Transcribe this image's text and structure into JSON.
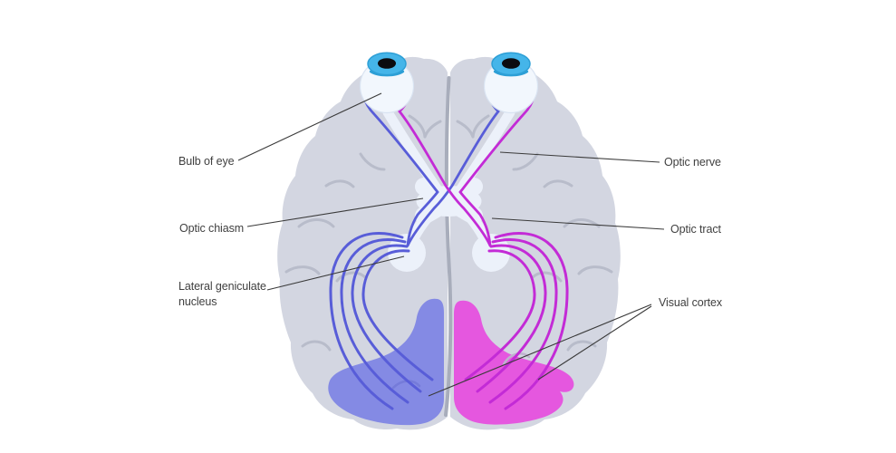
{
  "labels": {
    "bulb_of_eye": "Bulb of eye",
    "optic_nerve": "Optic nerve",
    "optic_chiasm": "Optic chiasm",
    "optic_tract": "Optic tract",
    "lateral_geniculate_nucleus": "Lateral geniculate\nnucleus",
    "visual_cortex": "Visual cortex"
  },
  "colors": {
    "background": "#ffffff",
    "brain": "#d3d6e1",
    "sulci": "#b8bcca",
    "fissure": "#a8adbb",
    "pathway-blue": "#585dd8",
    "pathway-magenta": "#c32bd6",
    "cortex-blue": "#848ae4",
    "cortex-magenta": "#e557df",
    "cortex-blue-shade": "#757bd9",
    "cortex-magenta-shade": "#bfb1cf",
    "halo": "#ecf1fa",
    "eyeball": "#f2f7fd",
    "eyeball-rim": "#d9e3f1",
    "iris": "#45b5e9",
    "iris-ring": "#2d9fd6",
    "pupil": "#0b0b0f",
    "label-text": "#3f3f3f",
    "pointer-line": "#3a3a3a"
  }
}
